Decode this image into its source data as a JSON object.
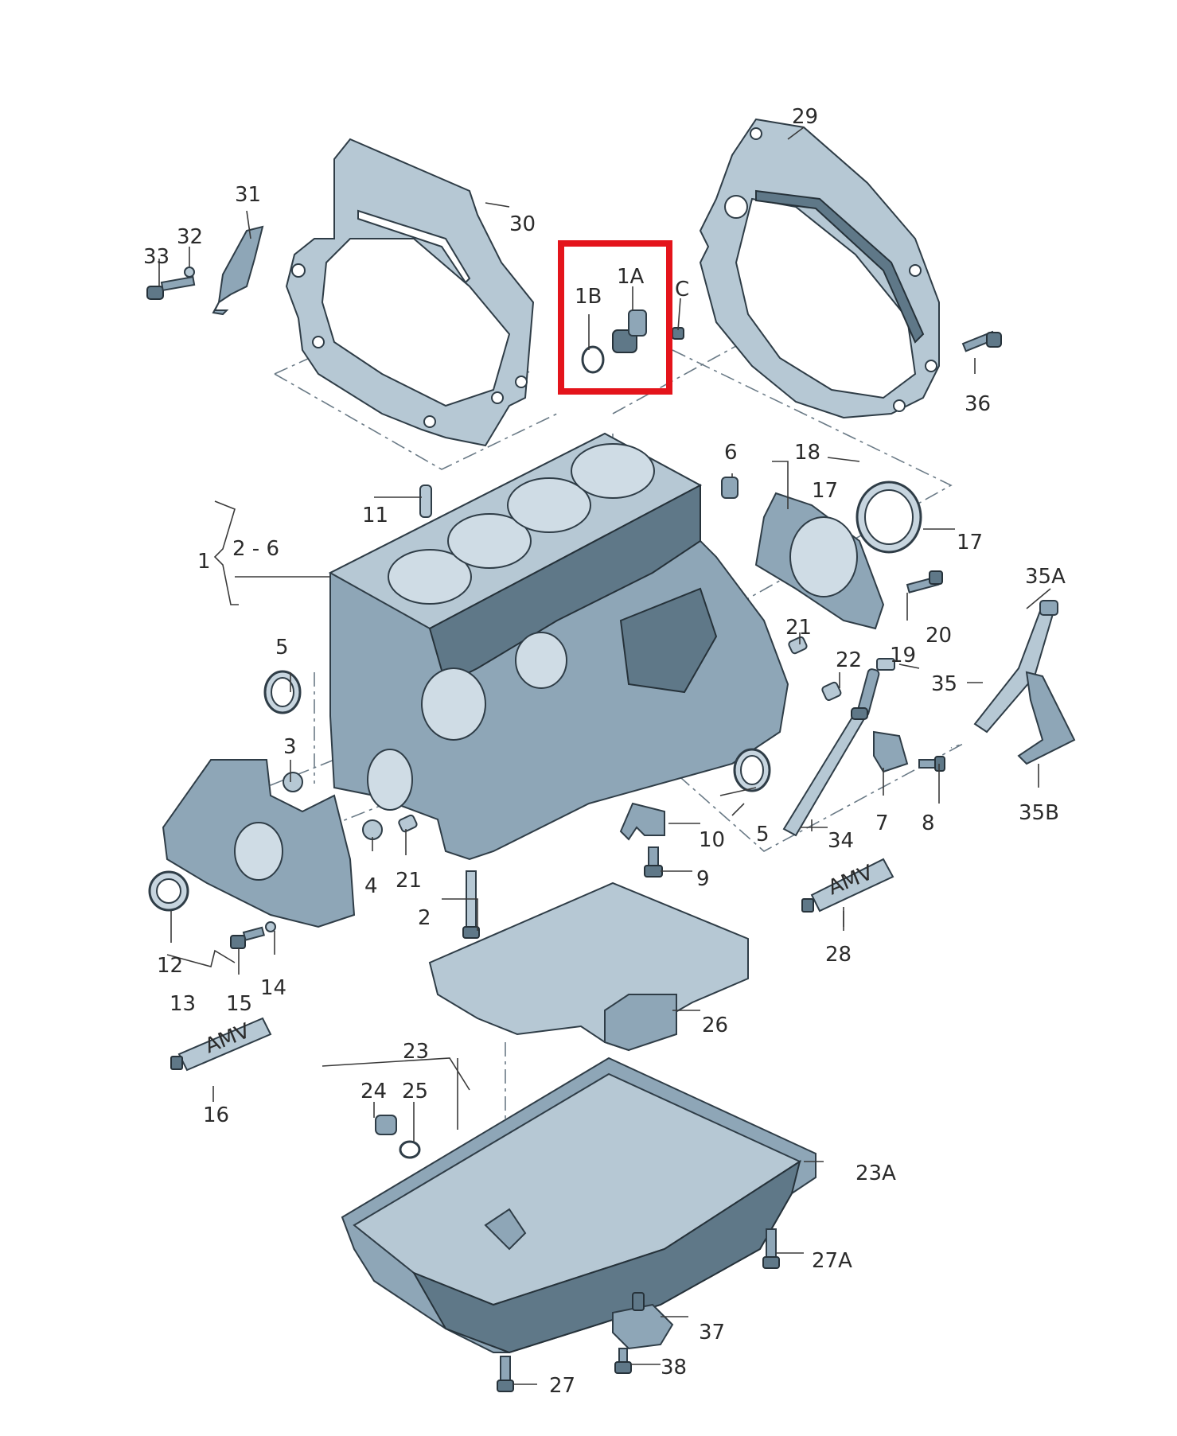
{
  "highlight": {
    "color": "#e4141b"
  },
  "palette": {
    "part": "#8ea6b7",
    "part_light": "#b6c8d4",
    "part_dark": "#5f7888",
    "outline": "#2f3d47"
  },
  "labels": {
    "l1": "1",
    "l1A": "1A",
    "l1B": "1B",
    "lC": "C",
    "l2_6": "2 - 6",
    "l2": "2",
    "l3": "3",
    "l4": "4",
    "l5a": "5",
    "l5b": "5",
    "l6": "6",
    "l7": "7",
    "l8": "8",
    "l9": "9",
    "l10": "10",
    "l11": "11",
    "l12": "12",
    "l13": "13",
    "l14": "14",
    "l15": "15",
    "l16": "16",
    "l17a": "17",
    "l17b": "17",
    "l18": "18",
    "l19": "19",
    "l20": "20",
    "l21a": "21",
    "l21b": "21",
    "l22": "22",
    "l23": "23",
    "l23A": "23A",
    "l24": "24",
    "l25": "25",
    "l26": "26",
    "l27": "27",
    "l27A": "27A",
    "l28": "28",
    "l29": "29",
    "l30": "30",
    "l31": "31",
    "l32": "32",
    "l33": "33",
    "l34": "34",
    "l35": "35",
    "l35A": "35A",
    "l35B": "35B",
    "l36": "36",
    "l37": "37",
    "l38": "38"
  },
  "tube_marking": {
    "tube16": "AMV",
    "tube28": "AMV"
  }
}
